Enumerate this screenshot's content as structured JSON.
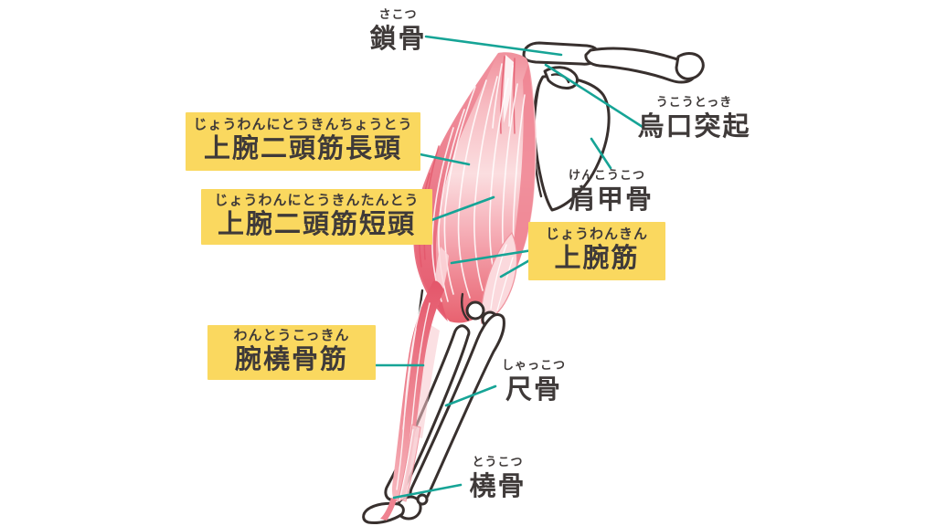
{
  "diagram_title": "arm-muscle-bone-anatomy",
  "colors": {
    "background": "#ffffff",
    "label_box_bg": "#fad85f",
    "text": "#3f3a39",
    "leader_line": "#16a496",
    "bone_outline": "#38302e",
    "muscle_deep": "#e4566a",
    "muscle_mid": "#f0919e",
    "muscle_light": "#fbdee0"
  },
  "labels": {
    "clavicle": {
      "furigana": "さこつ",
      "text": "鎖骨",
      "highlighted": false
    },
    "coracoid_process": {
      "furigana": "うこうとっき",
      "text": "烏口突起",
      "highlighted": false
    },
    "scapula": {
      "furigana": "けんこうこつ",
      "text": "肩甲骨",
      "highlighted": false
    },
    "biceps_long_head": {
      "furigana": "じょうわんにとうきんちょうとう",
      "text": "上腕二頭筋長頭",
      "highlighted": true
    },
    "biceps_short_head": {
      "furigana": "じょうわんにとうきんたんとう",
      "text": "上腕二頭筋短頭",
      "highlighted": true
    },
    "brachialis": {
      "furigana": "じょうわんきん",
      "text": "上腕筋",
      "highlighted": true
    },
    "brachioradialis": {
      "furigana": "わんとうこっきん",
      "text": "腕橈骨筋",
      "highlighted": true
    },
    "ulna": {
      "furigana": "しゃっこつ",
      "text": "尺骨",
      "highlighted": false
    },
    "radius": {
      "furigana": "とうこつ",
      "text": "橈骨",
      "highlighted": false
    }
  }
}
